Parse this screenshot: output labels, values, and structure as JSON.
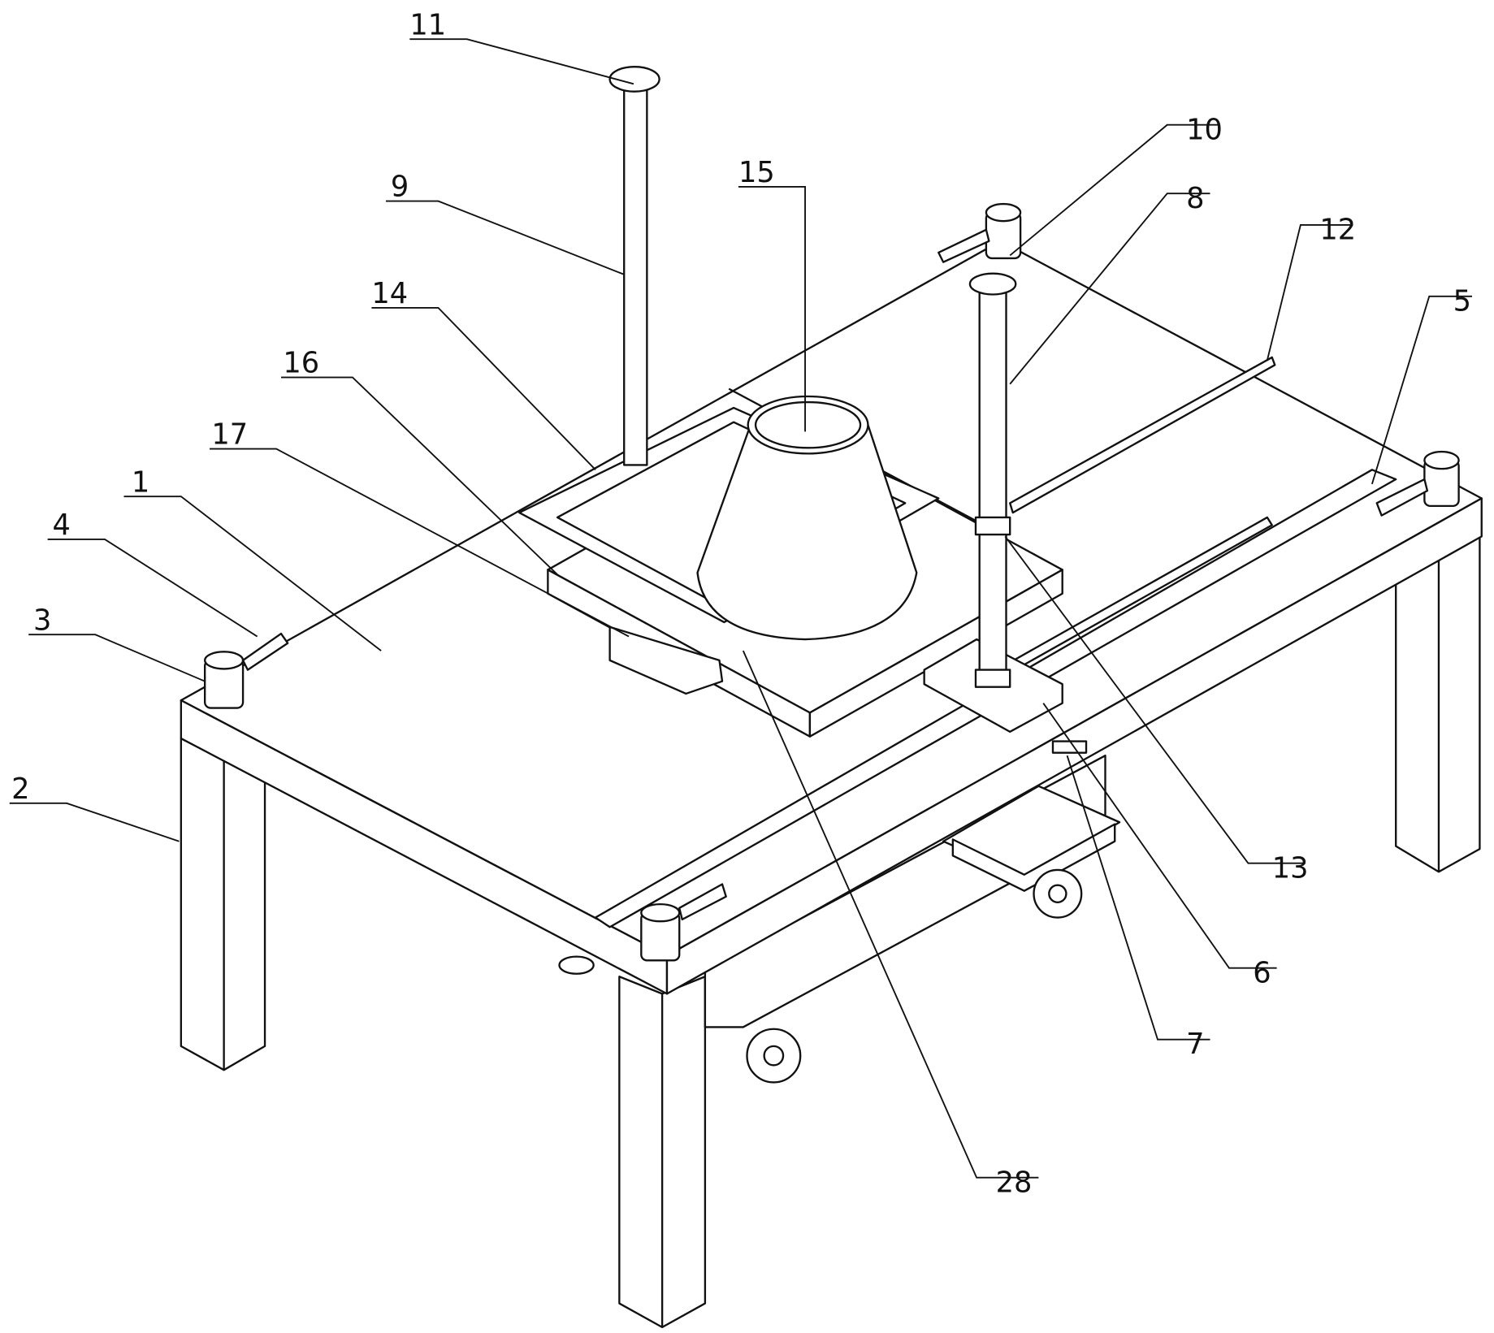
{
  "figure": {
    "type": "patent isometric drawing",
    "labels": {
      "l1": "1",
      "l2": "2",
      "l3": "3",
      "l4": "4",
      "l5": "5",
      "l6": "6",
      "l7": "7",
      "l8": "8",
      "l9": "9",
      "l10": "10",
      "l11": "11",
      "l12": "12",
      "l13": "13",
      "l14": "14",
      "l15": "15",
      "l16": "16",
      "l17": "17",
      "l28": "28"
    },
    "line_color": "#111111",
    "background": "#ffffff"
  }
}
